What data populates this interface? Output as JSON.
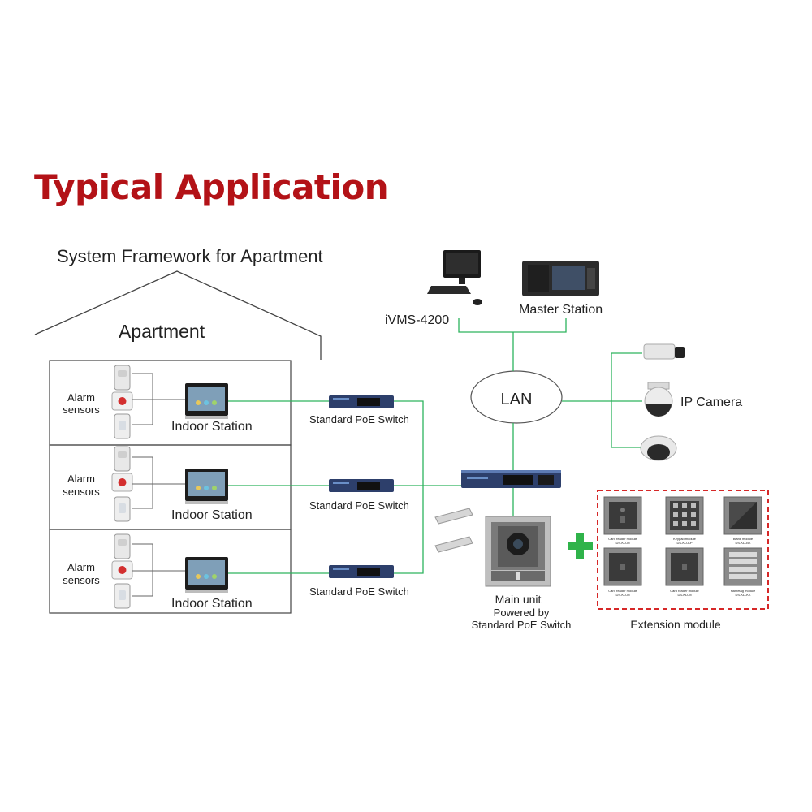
{
  "title": "Typical Application",
  "framework_label": "System Framework for Apartment",
  "apartment_label": "Apartment",
  "floors": [
    {
      "sensor_label_line1": "Alarm",
      "sensor_label_line2": "sensors",
      "indoor_label": "Indoor Station",
      "switch_label": "Standard PoE Switch"
    },
    {
      "sensor_label_line1": "Alarm",
      "sensor_label_line2": "sensors",
      "indoor_label": "Indoor Station",
      "switch_label": "Standard PoE Switch"
    },
    {
      "sensor_label_line1": "Alarm",
      "sensor_label_line2": "sensors",
      "indoor_label": "Indoor Station",
      "switch_label": "Standard PoE Switch"
    }
  ],
  "ivms_label": "iVMS-4200",
  "master_label": "Master Station",
  "lan_label": "LAN",
  "ip_camera_label": "IP Camera",
  "main_unit": {
    "line1": "Main unit",
    "line2": "Powered by",
    "line3": "Standard PoE Switch"
  },
  "extension_label": "Extension module",
  "extension_modules": [
    {
      "caption1": "Card reader module",
      "caption2": "DS-KD-M"
    },
    {
      "caption1": "Keypad module",
      "caption2": "DS-KD-KP"
    },
    {
      "caption1": "Blank module",
      "caption2": "DS-KD-BK"
    },
    {
      "caption1": "Card reader module",
      "caption2": "DS-KD-M"
    },
    {
      "caption1": "Card reader module",
      "caption2": "DS-KD-M"
    },
    {
      "caption1": "Nametag module",
      "caption2": "DS-KD-KK"
    }
  ],
  "colors": {
    "title": "#b31217",
    "line": "#2db35d",
    "plus": "#2fb34a",
    "dashed_border": "#d62828"
  }
}
